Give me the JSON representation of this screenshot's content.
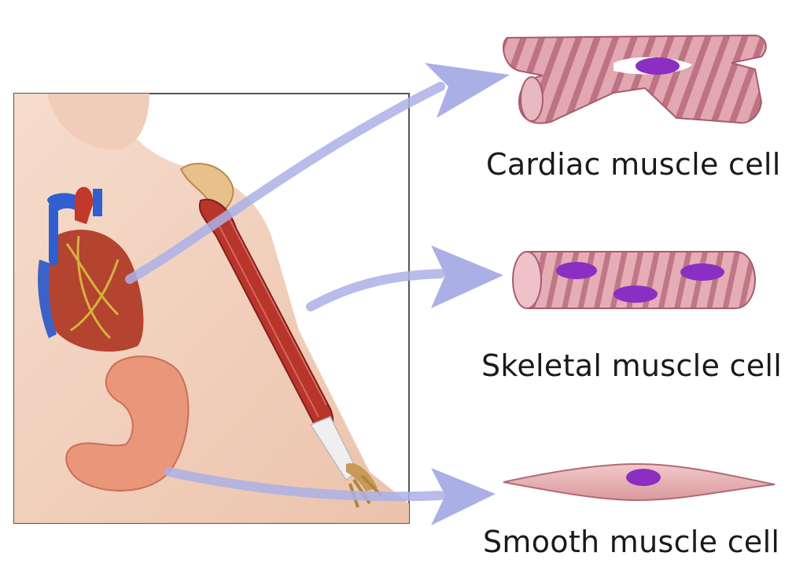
{
  "labels": {
    "cardiac": "Cardiac muscle cell",
    "skeletal": "Skeletal muscle cell",
    "smooth": "Smooth muscle cell"
  },
  "colors": {
    "arrow": "#aab0e6",
    "cell_fill": "#d99aa5",
    "cell_stripe": "#b9707f",
    "nucleus": "#8a2fc2",
    "muscle_red": "#b8352b",
    "heart_blue": "#2f5fd0",
    "skin": "#f3d2bf",
    "stomach": "#e9967a",
    "frame_border": "#555555"
  },
  "icons": {
    "cardiac_cell": "cardiac-muscle-cell-illustration",
    "skeletal_cell": "skeletal-muscle-cell-illustration",
    "smooth_cell": "smooth-muscle-cell-illustration",
    "heart": "heart-illustration",
    "arm_muscle": "biceps-muscle-illustration",
    "stomach": "stomach-illustration"
  }
}
